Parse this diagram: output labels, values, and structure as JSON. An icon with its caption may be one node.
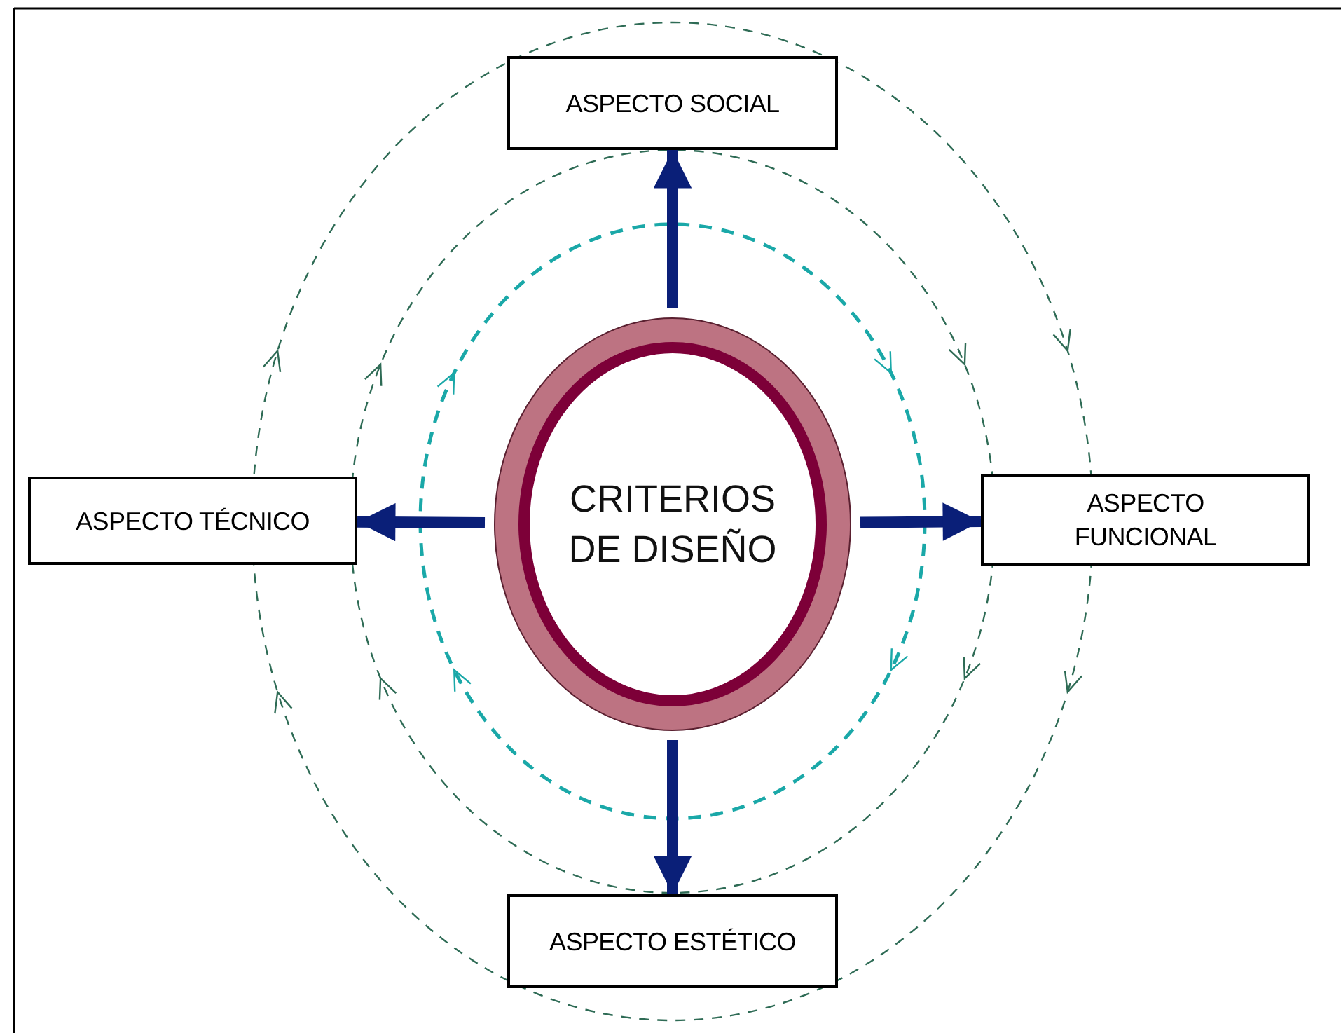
{
  "diagram": {
    "nodes": [
      {
        "text": [
          "ASPECTO SOCIAL"
        ]
      },
      {
        "text": [
          "ASPECTO TÉCNICO"
        ]
      },
      {
        "text": [
          "CRITERIOS DE DISEÑO"
        ]
      },
      {
        "text": [
          "ASPECTO FUNCIONAL"
        ]
      },
      {
        "text": [
          "ASPECTO ESTÉTICO"
        ]
      }
    ],
    "edges": [
      {
        "from": 2,
        "to": 0,
        "arrow": "to"
      },
      {
        "from": 2,
        "to": 1,
        "arrow": "to"
      },
      {
        "from": 2,
        "to": 3,
        "arrow": "to"
      },
      {
        "from": 2,
        "to": 4,
        "arrow": "to"
      }
    ]
  }
}
